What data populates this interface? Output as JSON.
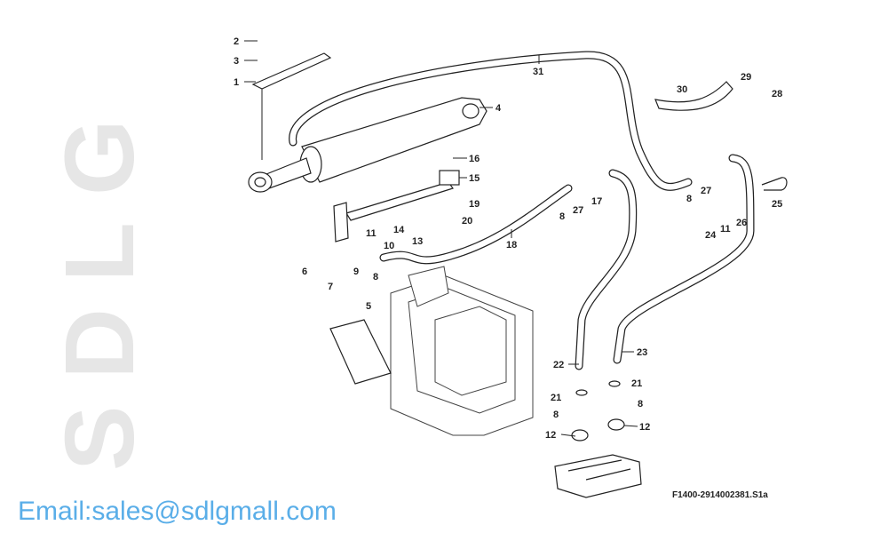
{
  "watermark": {
    "brand": "SDLG",
    "email": "Email:sales@sdlgmall.com"
  },
  "figure_code": "F1400-2914002381.S1a",
  "callouts": [
    "1",
    "2",
    "3",
    "4",
    "5",
    "6",
    "7",
    "8",
    "9",
    "10",
    "11",
    "12",
    "13",
    "14",
    "15",
    "16",
    "17",
    "18",
    "19",
    "20",
    "21",
    "22",
    "23",
    "24",
    "25",
    "26",
    "27",
    "28",
    "29",
    "30",
    "31"
  ],
  "colors": {
    "watermark_gray": "#e6e6e6",
    "email_blue": "#5aaee8",
    "line": "#222222"
  }
}
